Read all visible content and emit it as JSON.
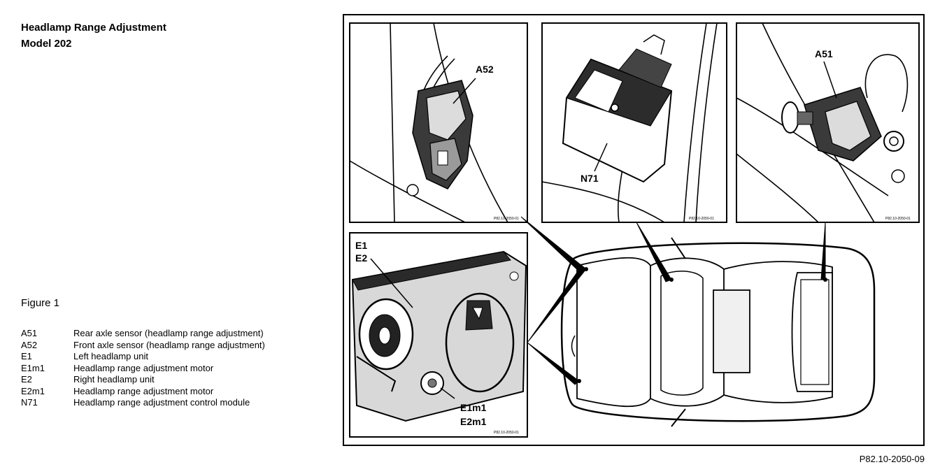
{
  "header": {
    "title_line1": "Headlamp Range Adjustment",
    "title_line2": "Model 202"
  },
  "figure_label": "Figure 1",
  "legend": [
    {
      "code": "A51",
      "desc": "Rear axle sensor (headlamp range adjustment)"
    },
    {
      "code": "A52",
      "desc": "Front axle sensor (headlamp range adjustment)"
    },
    {
      "code": "E1",
      "desc": "Left headlamp unit"
    },
    {
      "code": "E1m1",
      "desc": "Headlamp range adjustment motor"
    },
    {
      "code": "E2",
      "desc": "Right headlamp unit"
    },
    {
      "code": "E2m1",
      "desc": "Headlamp range adjustment motor"
    },
    {
      "code": "N71",
      "desc": "Headlamp range adjustment control module"
    }
  ],
  "diagram": {
    "callouts": {
      "a52": "A52",
      "n71": "N71",
      "a51": "A51",
      "e1": "E1",
      "e2": "E2",
      "e1m1": "E1m1",
      "e2m1": "E2m1"
    },
    "panel_refs": {
      "front_sensor": "P82.10-2050-01",
      "control_module": "P82.10-2050-01",
      "rear_sensor": "P82.10-2050-01",
      "headlamp": "P82.10-2050-01"
    }
  },
  "figure_ref": "P82.10-2050-09"
}
